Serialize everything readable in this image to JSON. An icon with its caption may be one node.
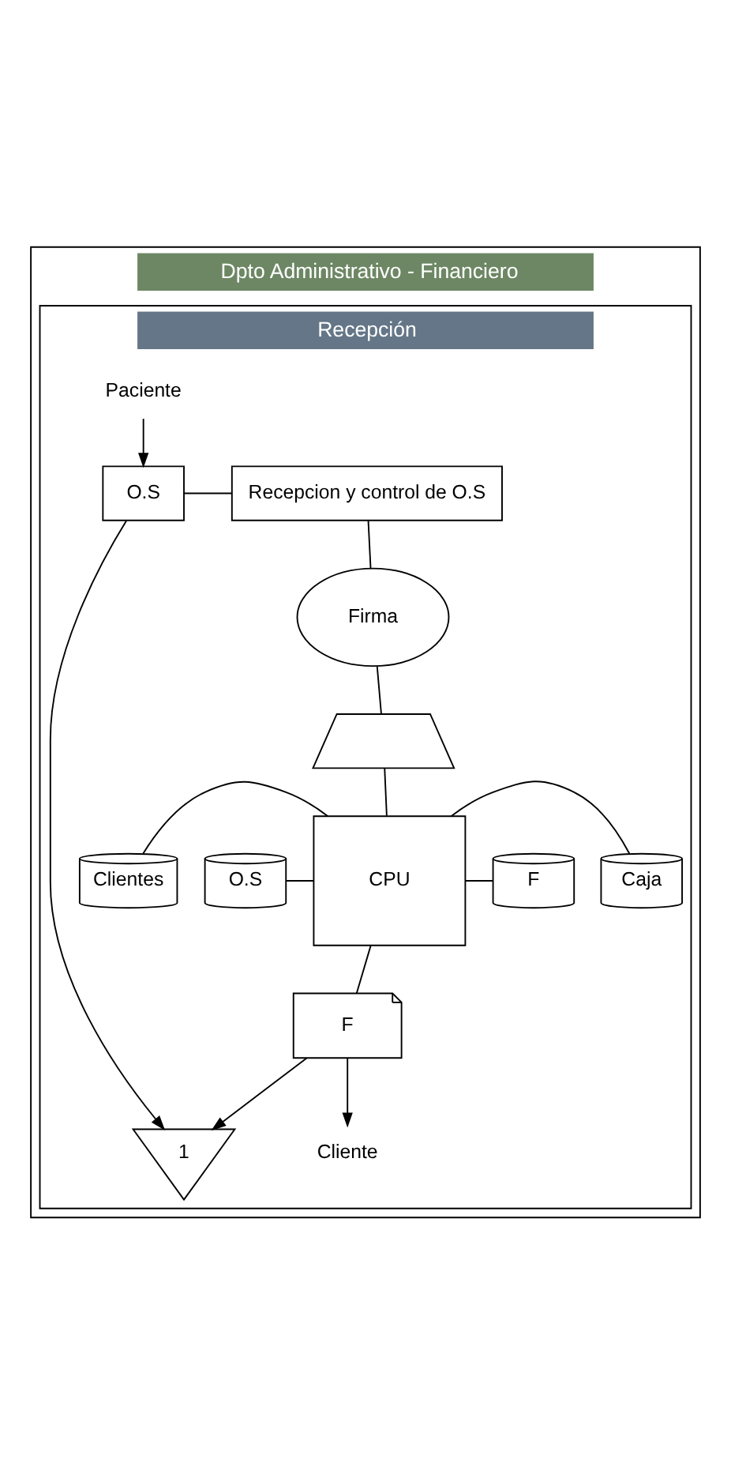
{
  "diagram": {
    "nodes": [
      {
        "text": [
          "Dpto Administrativo - Financiero"
        ]
      },
      {
        "text": [
          "Recepción"
        ],
        "in": 0
      },
      {
        "text": [
          "Paciente"
        ],
        "in": 1
      },
      {
        "text": [
          "O.S"
        ],
        "in": 1
      },
      {
        "text": [
          "Recepcion y control de O.S"
        ],
        "in": 1
      },
      {
        "text": [
          "Firma"
        ],
        "in": 1
      },
      {
        "text": [],
        "shape": "trapezium",
        "in": 1
      },
      {
        "text": [
          "O.S"
        ],
        "in": 1
      },
      {
        "text": [
          "CPU"
        ],
        "in": 1
      },
      {
        "text": [
          "Caja"
        ],
        "in": 1
      },
      {
        "text": [
          "Clientes"
        ],
        "in": 1
      },
      {
        "text": [
          "F"
        ],
        "in": 1
      },
      {
        "text": [
          "F"
        ],
        "in": 1
      },
      {
        "text": [
          "1"
        ],
        "in": 1
      },
      {
        "text": [
          "Cliente"
        ],
        "in": 1
      }
    ],
    "edges": [
      {
        "from": 2,
        "to": 3,
        "arrow": "to"
      },
      {
        "from": 3,
        "to": 4,
        "arrow": "none"
      },
      {
        "from": 4,
        "to": 5,
        "arrow": "none"
      },
      {
        "from": 5,
        "to": 6,
        "arrow": "none"
      },
      {
        "from": 6,
        "to": 8,
        "arrow": "none"
      },
      {
        "from": 7,
        "to": 8,
        "arrow": "none"
      },
      {
        "from": 8,
        "to": 9,
        "arrow": "none"
      },
      {
        "from": 10,
        "to": 8,
        "arrow": "none"
      },
      {
        "from": 8,
        "to": 11,
        "arrow": "none"
      },
      {
        "from": 8,
        "to": 12,
        "arrow": "none"
      },
      {
        "from": 3,
        "to": 13,
        "arrow": "to"
      },
      {
        "from": 12,
        "to": 13,
        "arrow": "to"
      },
      {
        "from": 12,
        "to": 14,
        "arrow": "to"
      }
    ]
  }
}
